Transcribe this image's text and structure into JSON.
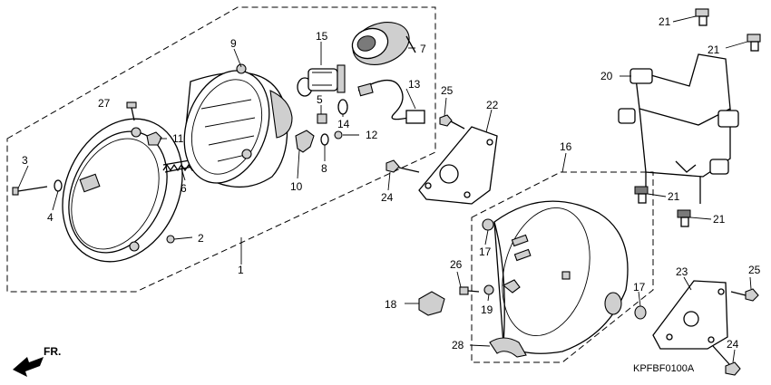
{
  "diagram_code": "KPFBF0100A",
  "direction_label": "FR.",
  "callouts": [
    "1",
    "2",
    "3",
    "4",
    "5",
    "6",
    "7",
    "8",
    "9",
    "10",
    "11",
    "12",
    "13",
    "14",
    "15",
    "16",
    "17",
    "17",
    "18",
    "19",
    "20",
    "21",
    "21",
    "21",
    "21",
    "22",
    "23",
    "24",
    "24",
    "25",
    "25",
    "26",
    "27",
    "28"
  ],
  "colors": {
    "line": "#000000",
    "background": "#ffffff"
  }
}
